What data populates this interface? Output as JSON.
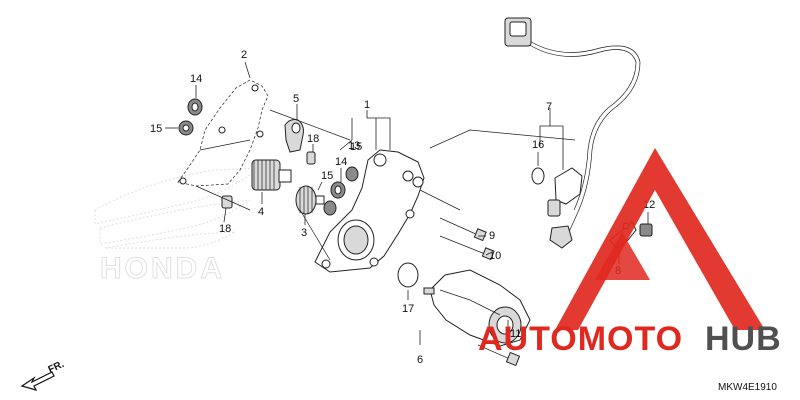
{
  "diagram": {
    "code": "MKW4E1910",
    "direction_label": "FR.",
    "background_logo": "HONDA",
    "watermark": {
      "word1": "AUTOMOTO",
      "word2": "HUB",
      "red": "#e0281f",
      "gray": "#505050"
    },
    "callouts": {
      "c1": "1",
      "c2": "2",
      "c3": "3",
      "c4": "4",
      "c5": "5",
      "c6": "6",
      "c7": "7",
      "c8": "8",
      "c9": "9",
      "c10": "10",
      "c11": "11",
      "c12": "12",
      "c13": "13",
      "c14a": "14",
      "c14b": "14",
      "c15a": "15",
      "c15b": "15",
      "c15c": "15",
      "c16": "16",
      "c17": "17",
      "c18a": "18",
      "c18b": "18"
    }
  }
}
